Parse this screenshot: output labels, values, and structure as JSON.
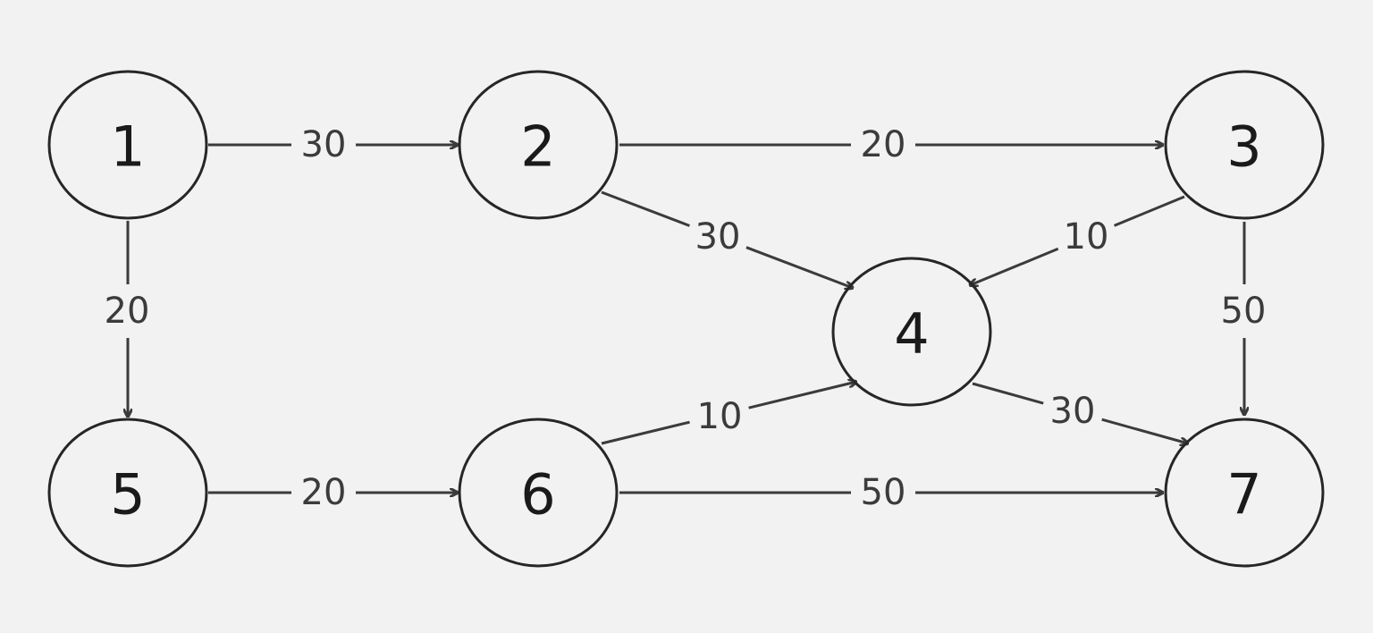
{
  "diagram": {
    "type": "directed-weighted-graph",
    "colors": {
      "background": "#f2f2f2",
      "node_stroke": "#262626",
      "edge": "#3b3b3b",
      "text": "#1a1a1a"
    },
    "nodes": [
      {
        "id": "1",
        "label": "1"
      },
      {
        "id": "2",
        "label": "2"
      },
      {
        "id": "3",
        "label": "3"
      },
      {
        "id": "4",
        "label": "4"
      },
      {
        "id": "5",
        "label": "5"
      },
      {
        "id": "6",
        "label": "6"
      },
      {
        "id": "7",
        "label": "7"
      }
    ],
    "edges": [
      {
        "from": "1",
        "to": "2",
        "weight": "30"
      },
      {
        "from": "2",
        "to": "3",
        "weight": "20"
      },
      {
        "from": "2",
        "to": "4",
        "weight": "30"
      },
      {
        "from": "3",
        "to": "4",
        "weight": "10"
      },
      {
        "from": "1",
        "to": "5",
        "weight": "20"
      },
      {
        "from": "3",
        "to": "7",
        "weight": "50"
      },
      {
        "from": "6",
        "to": "4",
        "weight": "10"
      },
      {
        "from": "4",
        "to": "7",
        "weight": "30"
      },
      {
        "from": "5",
        "to": "6",
        "weight": "20"
      },
      {
        "from": "6",
        "to": "7",
        "weight": "50"
      }
    ]
  }
}
